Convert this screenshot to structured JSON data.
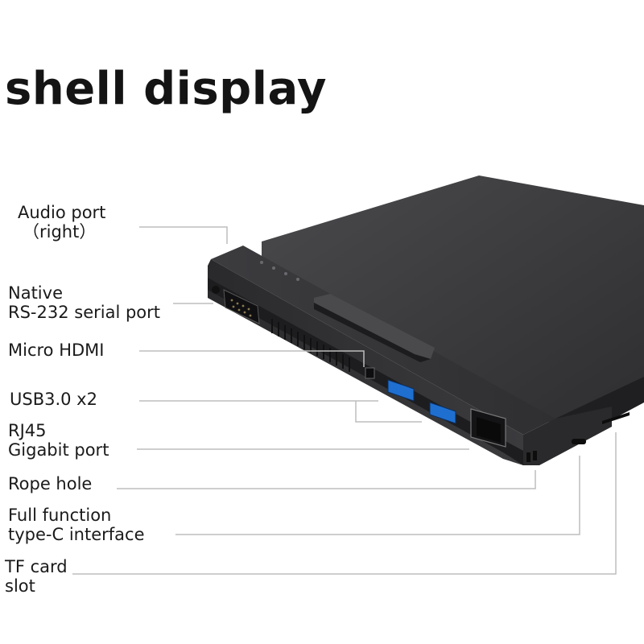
{
  "title": "shell display",
  "callouts": [
    {
      "id": "audio",
      "lines": [
        "Audio port",
        "（right）"
      ]
    },
    {
      "id": "rs232",
      "lines": [
        "Native",
        "RS-232 serial port"
      ]
    },
    {
      "id": "hdmi",
      "lines": [
        "Micro HDMI"
      ]
    },
    {
      "id": "usb",
      "lines": [
        "USB3.0 x2"
      ]
    },
    {
      "id": "rj45",
      "lines": [
        "RJ45",
        "Gigabit port"
      ]
    },
    {
      "id": "rope",
      "lines": [
        "Rope hole"
      ]
    },
    {
      "id": "typec",
      "lines": [
        "Full function",
        "type-C interface"
      ]
    },
    {
      "id": "tf",
      "lines": [
        "TF card",
        "slot"
      ]
    }
  ],
  "colors": {
    "device_body": "#3a3a3c",
    "device_dark": "#222224",
    "usb_blue": "#1f6fd1",
    "leader_line": "#bdbdbd"
  }
}
